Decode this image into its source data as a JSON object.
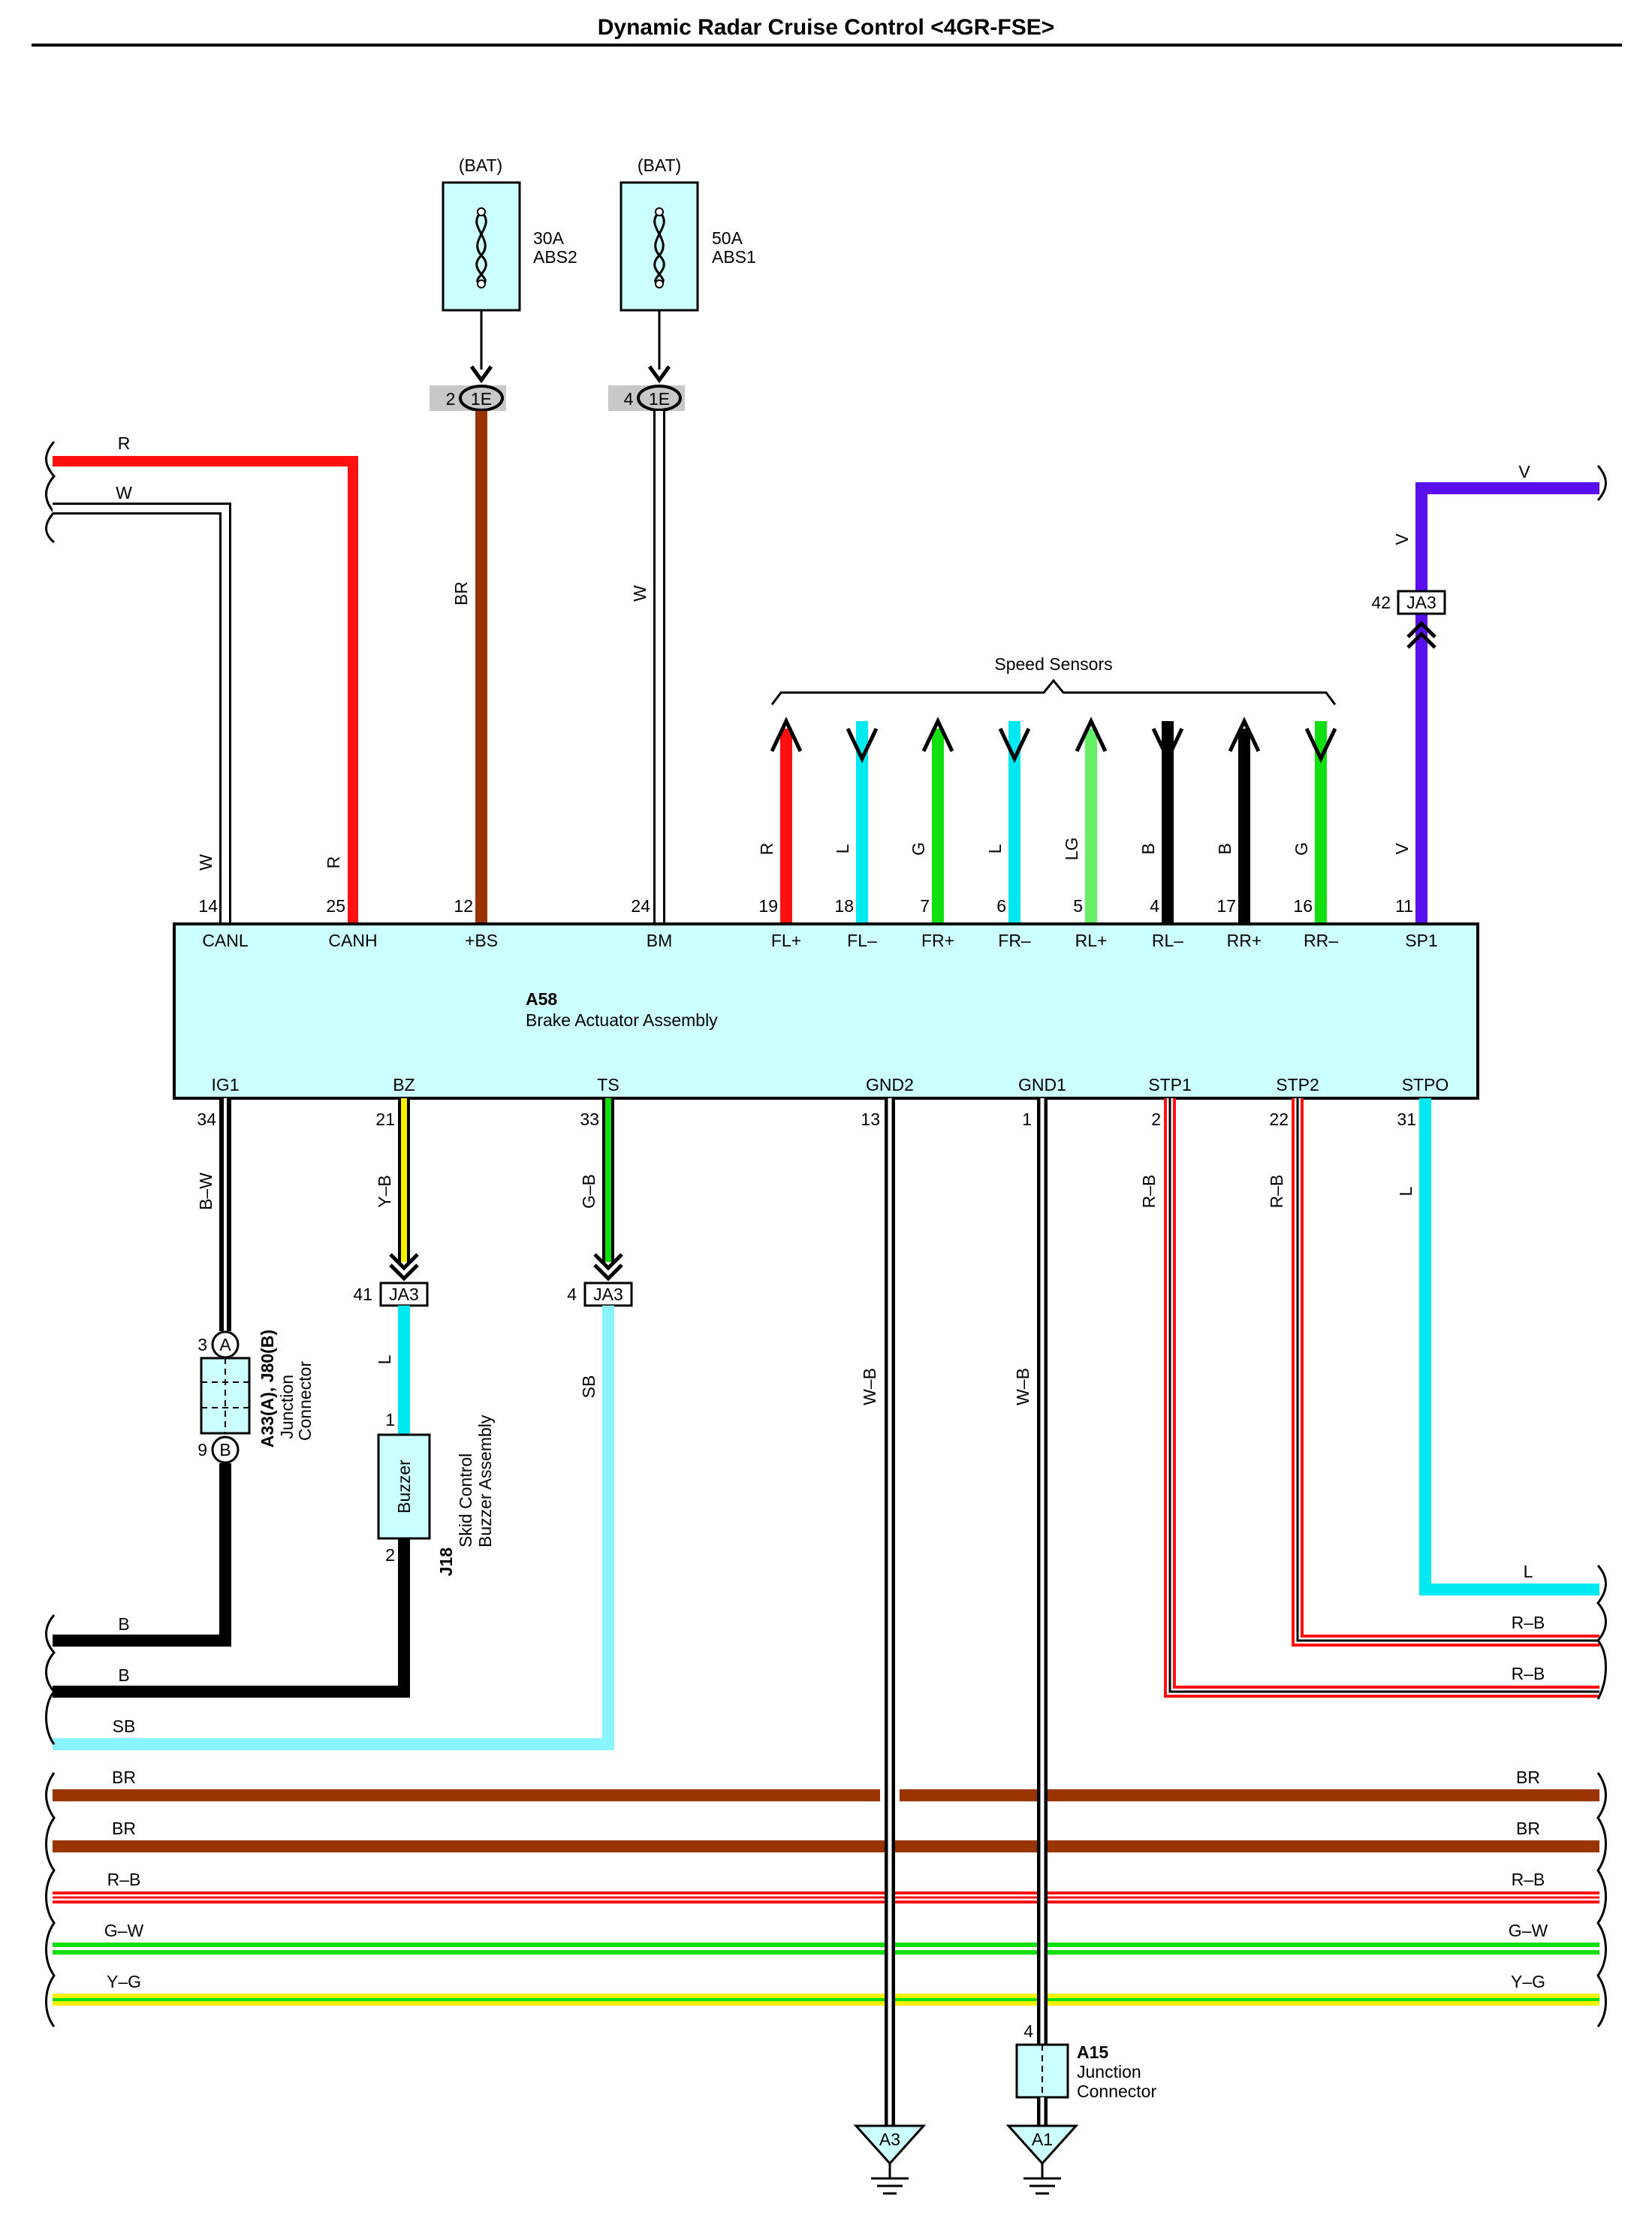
{
  "title": "Dynamic Radar Cruise Control <4GR-FSE>",
  "colors": {
    "R": "#ff1010",
    "W": "#ffffff",
    "BR": "#993300",
    "V": "#5a10ee",
    "L": "#00e8f0",
    "G": "#10e010",
    "LG": "#66f066",
    "B": "#000000",
    "SB": "#88f4ff",
    "Y": "#f4f000",
    "box": "#ccffff"
  },
  "fuses": [
    {
      "source": "(BAT)",
      "rating": "30A",
      "name": "ABS2",
      "pin": "2",
      "conn": "1E"
    },
    {
      "source": "(BAT)",
      "rating": "50A",
      "name": "ABS1",
      "pin": "4",
      "conn": "1E"
    }
  ],
  "ecu": {
    "id": "A58",
    "name": "Brake Actuator Assembly",
    "top_pins": [
      {
        "pin": "14",
        "label": "CANL",
        "wire": "W"
      },
      {
        "pin": "25",
        "label": "CANH",
        "wire": "R"
      },
      {
        "pin": "12",
        "label": "+BS",
        "wire": "BR"
      },
      {
        "pin": "24",
        "label": "BM",
        "wire": "W"
      },
      {
        "pin": "19",
        "label": "FL+",
        "wire": "R"
      },
      {
        "pin": "18",
        "label": "FL–",
        "wire": "L"
      },
      {
        "pin": "7",
        "label": "FR+",
        "wire": "G"
      },
      {
        "pin": "6",
        "label": "FR–",
        "wire": "L"
      },
      {
        "pin": "5",
        "label": "RL+",
        "wire": "LG"
      },
      {
        "pin": "4",
        "label": "RL–",
        "wire": "B"
      },
      {
        "pin": "17",
        "label": "RR+",
        "wire": "B"
      },
      {
        "pin": "16",
        "label": "RR–",
        "wire": "G"
      },
      {
        "pin": "11",
        "label": "SP1",
        "wire": "V"
      }
    ],
    "bottom_pins": [
      {
        "pin": "34",
        "label": "IG1",
        "wire": "B–W"
      },
      {
        "pin": "21",
        "label": "BZ",
        "wire": "Y–B"
      },
      {
        "pin": "33",
        "label": "TS",
        "wire": "G–B"
      },
      {
        "pin": "13",
        "label": "GND2",
        "wire": "W–B"
      },
      {
        "pin": "1",
        "label": "GND1",
        "wire": "W–B"
      },
      {
        "pin": "2",
        "label": "STP1",
        "wire": "R–B"
      },
      {
        "pin": "22",
        "label": "STP2",
        "wire": "R–B"
      },
      {
        "pin": "31",
        "label": "STPO",
        "wire": "L"
      }
    ]
  },
  "speed_sensors_label": "Speed Sensors",
  "junction_ja3": {
    "sp1": {
      "pin": "42",
      "label": "JA3"
    },
    "bz": {
      "pin": "41",
      "label": "JA3"
    },
    "ts": {
      "pin": "4",
      "label": "JA3"
    }
  },
  "junction_a33": {
    "line1": "A33(A), J80(B)",
    "line2": "Junction",
    "line3": "Connector",
    "pin_a": "3",
    "pin_a_letter": "A",
    "pin_b": "9",
    "pin_b_letter": "B"
  },
  "buzzer": {
    "label": "Buzzer",
    "id": "J18",
    "name1": "Skid Control",
    "name2": "Buzzer Assembly",
    "pin_top": "1",
    "pin_bottom": "2",
    "wire_in": "L"
  },
  "ts_wire": "SB",
  "junction_a15": {
    "id": "A15",
    "name1": "Junction",
    "name2": "Connector",
    "pin": "4"
  },
  "grounds": [
    "A3",
    "A1"
  ],
  "left_wires": {
    "top_r": "R",
    "top_w": "W",
    "b1": "B",
    "b2": "B",
    "sb": "SB"
  },
  "right_wires": {
    "v_top": "V",
    "v_side": "V",
    "l": "L",
    "rb1": "R–B",
    "rb2": "R–B"
  },
  "bus_wires": [
    "BR",
    "BR",
    "R–B",
    "G–W",
    "Y–G"
  ],
  "fuse_wires": [
    "BR",
    "W"
  ]
}
